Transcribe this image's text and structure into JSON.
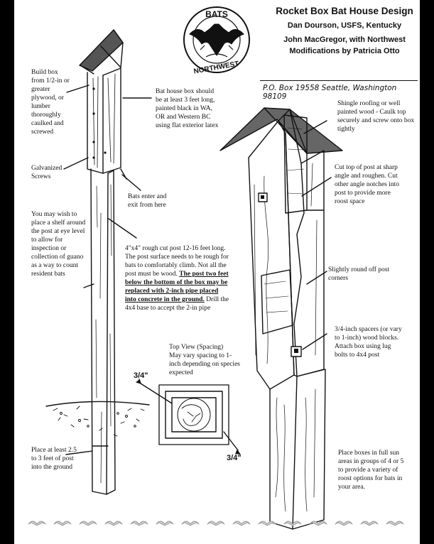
{
  "header": {
    "title": "Rocket Box Bat House Design",
    "credit1": "Dan Dourson, USFS, Kentucky",
    "credit2": "John MacGregor, with Northwest",
    "credit3": "Modifications by Patricia Otto",
    "address": "P.O. Box 19558   Seattle, Washington 98109"
  },
  "logo": {
    "top_text": "BATS",
    "bottom_text": "NORTHWEST"
  },
  "left_notes": {
    "build_box": "Build box from 1/2-in or greater plywood, or lumber thoroughly caulked and screwed",
    "screws": "Galvanized Screws",
    "box_length": "Bat house box should be at least 3 feet long, painted black in WA, OR and Western BC using flat exterior latex",
    "bats_enter": "Bats enter and exit from here",
    "shelf": "You may wish to place a shelf around the post at eye level to allow for inspection or collection of guano as a way to count resident bats",
    "post_a": "4\"x4\" rough cut post 12-16 feet long. The post surface needs to be rough for bats to comfortably climb.  Not all the post must be wood. ",
    "post_b": "The post two feet below the bottom of the box may be replaced with 2-inch pipe placed into concrete in the ground.",
    "post_c": "  Drill the 4x4 base to accept the 2-in pipe",
    "depth": "Place at least 2.5 to 3 feet of post into the ground"
  },
  "top_view": {
    "title": "Top View (Spacing)",
    "desc": "May vary spacing to 1-inch depending on species expected",
    "dim1": "3/4\"",
    "dim2": "3/4\""
  },
  "right_notes": {
    "roof": "Shingle roofing or well painted wood - Caulk top securely and screw onto box tightly",
    "cut_top": "Cut top of post at sharp angle and roughen. Cut other angle notches into post to provide more roost space",
    "round": "Slightly round off post corners",
    "spacers": "3/4-inch spacers (or vary to 1-inch) wood blocks.  Attach box using lug bolts to 4x4 post",
    "place": "Place boxes in full sun areas in groups of 4 or 5 to provide a variety of roost options for bats in your area."
  }
}
